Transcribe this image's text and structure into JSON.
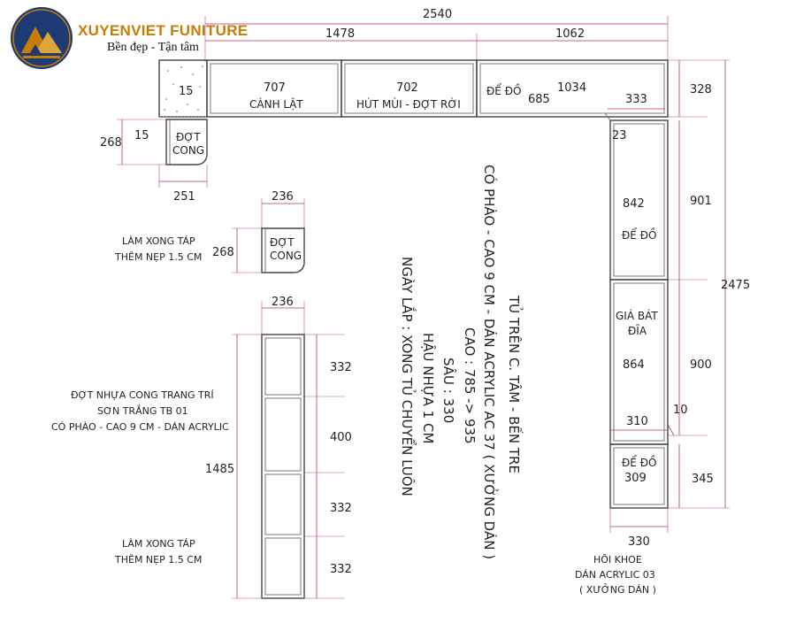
{
  "brand": {
    "name": "XUYENVIET FUNITURE",
    "tagline": "Bền đẹp - Tận tâm",
    "colors": {
      "gold": "#c77d05",
      "navy": "#1d3a72",
      "dim_line": "#b8336a"
    }
  },
  "dims": {
    "total_width": "2540",
    "left_width": "1478",
    "right_width": "1062",
    "cabinet_a": "707",
    "cabinet_b": "702",
    "cabinet_c": "1034",
    "cabinet_c_inner": "685",
    "corner_small": "333",
    "corner_depth": "328",
    "left_panel": "15",
    "left_panel_2": "15",
    "curve_h": "268",
    "curve_w": "251",
    "gap_23": "23",
    "tall_top_h": "842",
    "tall_top_outer": "901",
    "total_height": "2475",
    "tall_mid_h": "864",
    "tall_mid_outer": "900",
    "inner_310": "310",
    "gap_10": "10",
    "tall_bottom_w": "309",
    "tall_bottom_h": "345",
    "bottom_width": "330",
    "detail_w": "236",
    "detail_h": "268",
    "column_w": "236",
    "column_h": "1485",
    "shelf_1": "332",
    "shelf_2": "400",
    "shelf_3": "332",
    "shelf_4": "332"
  },
  "labels": {
    "canh_lat": "CÁNH LẬT",
    "hut_mui": "HÚT MÙI - ĐỢT RỜI",
    "de_do_top": "ĐỂ ĐỒ",
    "dot_cong_1": "ĐỢT CONG",
    "dot_cong_2": "ĐỢT CONG",
    "de_do_tall": "ĐỂ ĐỒ",
    "gia_bat": "GIÁ BÁT ĐĨA",
    "de_do_bottom": "ĐỂ ĐỒ"
  },
  "notes": {
    "lam_xong_1": "LÀM XONG TÁP",
    "them_nep_1": "THÊM NẸP 1.5 CM",
    "dot_nhua_1": "ĐỢT NHỰA CONG TRANG TRÍ",
    "dot_nhua_2": "SƠN TRẮNG TB 01",
    "dot_nhua_3": "CÓ PHÀO - CAO 9 CM - DÁN ACRYLIC",
    "lam_xong_2": "LÀM XONG TÁP",
    "them_nep_2": "THÊM NẸP 1.5 CM",
    "hoi_khoe_1": "HÕI KHOE",
    "hoi_khoe_2": "DÁN ACRYLIC 03",
    "hoi_khoe_3": "( XƯỞNG DÁN )"
  },
  "spec": {
    "line_1": "TỦ TRÊN C. TÂM - BẾN TRE",
    "line_2": "CÓ PHÀO - CAO 9 CM - DÁN ACRYLIC AC 37 ( XƯỞNG DÁN )",
    "line_3": "CAO : 785 -> 935",
    "line_4": "SÂU : 330",
    "line_5": "HẬU NHỰA 1 CM",
    "line_6": "NGÀY LẮP : XONG TỦ CHUYỂN LUÔN"
  }
}
